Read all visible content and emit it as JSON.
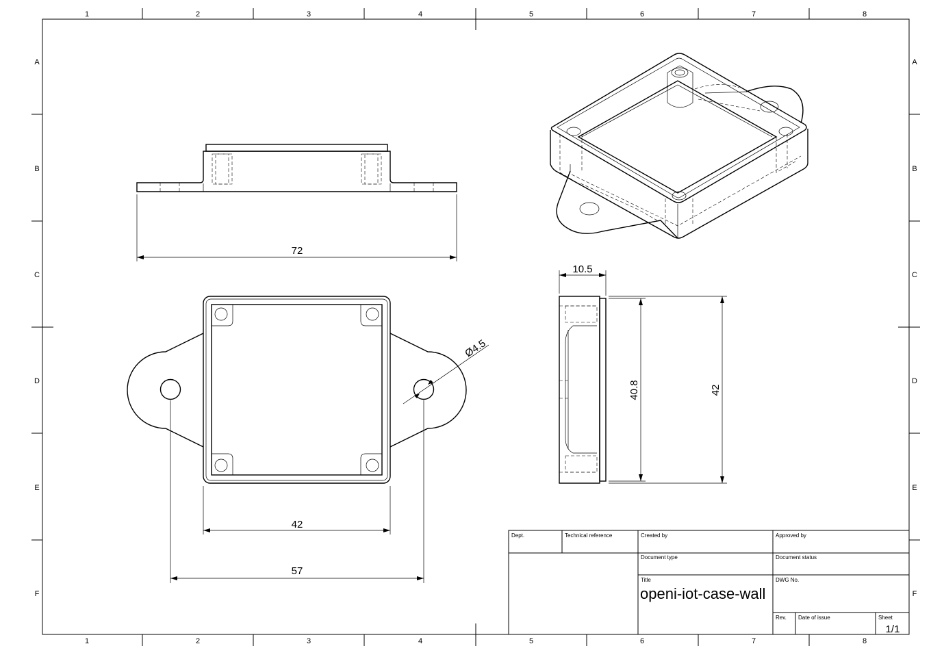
{
  "zones": {
    "columns": [
      "1",
      "2",
      "3",
      "4",
      "5",
      "6",
      "7",
      "8"
    ],
    "rows": [
      "A",
      "B",
      "C",
      "D",
      "E",
      "F"
    ]
  },
  "dimensions": {
    "side_width": "72",
    "top_inner_width": "42",
    "top_hole_spacing": "57",
    "hole_diameter": "Ø4.5",
    "right_depth": "10.5",
    "right_inner_height": "40.8",
    "right_outer_height": "42"
  },
  "title_block": {
    "dept_label": "Dept.",
    "tech_ref_label": "Technical reference",
    "created_by_label": "Created by",
    "approved_by_label": "Approved by",
    "doc_type_label": "Document type",
    "doc_status_label": "Document status",
    "title_label": "Title",
    "title_value": "openi-iot-case-wall",
    "dwg_no_label": "DWG No.",
    "rev_label": "Rev.",
    "date_label": "Date of issue",
    "sheet_label": "Sheet",
    "sheet_value": "1/1"
  }
}
